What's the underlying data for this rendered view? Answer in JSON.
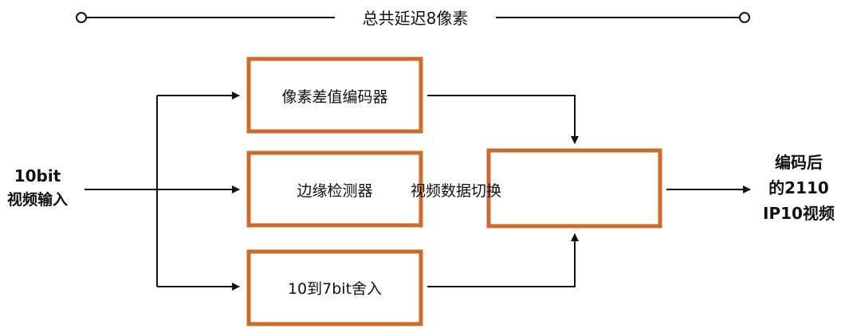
{
  "top_bracket": {
    "label": "总共延迟8像素"
  },
  "input": {
    "line1": "10bit",
    "line2": "视频输入"
  },
  "blocks": {
    "pixel_diff_encoder": "像素差值编码器",
    "edge_detector": "边缘检测器",
    "rounding": "10到7bit舍入",
    "video_switch": "视频数据切换"
  },
  "output": {
    "line1": "编码后",
    "line2_prefix": "的",
    "line2_number": "2110",
    "line3_number": "IP10",
    "line3_suffix": "视频"
  },
  "colors": {
    "box_border": "#cf6a2a",
    "line": "#111111"
  }
}
